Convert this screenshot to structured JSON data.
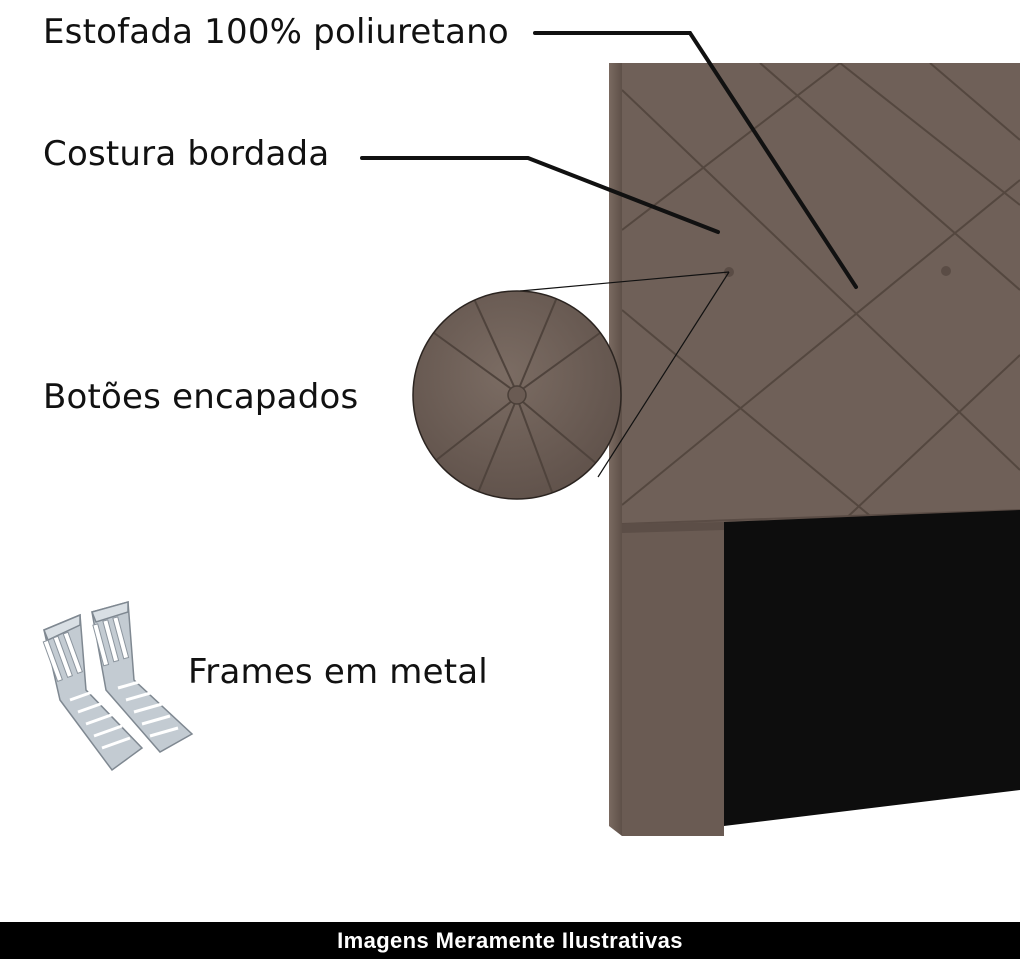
{
  "labels": {
    "upholstery": "Estofada 100% poliuretano",
    "stitching": "Costura bordada",
    "buttons": "Botões encapados",
    "frames": "Frames em metal"
  },
  "footer": {
    "disclaimer": "Imagens Meramente Ilustrativas"
  },
  "colors": {
    "fabric": "#6f6058",
    "fabric_dark": "#5f5049",
    "stitch": "#53463f",
    "panel_black": "#0d0d0d",
    "metal": "#b9c2ca",
    "background": "#ffffff",
    "footer_bg": "#000000"
  },
  "icons": [
    "headboard-image",
    "magnifier-circle",
    "metal-frame-brackets"
  ]
}
